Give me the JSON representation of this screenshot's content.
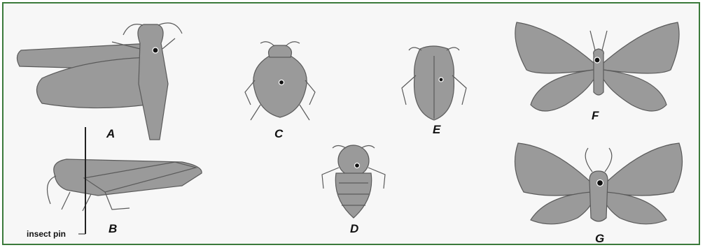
{
  "labels": {
    "a": "A",
    "b": "B",
    "c": "C",
    "d": "D",
    "e": "E",
    "f": "F",
    "g": "G",
    "pin": "insect pin"
  },
  "colors": {
    "border": "#3b7a3b",
    "body": "#9a9a9a",
    "outline": "#5a5a5a",
    "pin_head": "#111111"
  }
}
